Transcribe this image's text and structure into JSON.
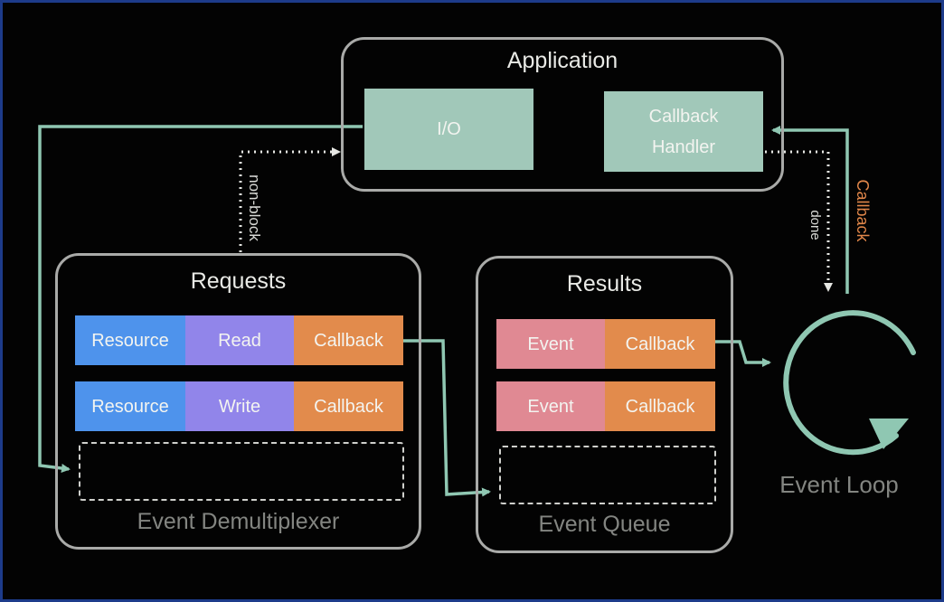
{
  "application": {
    "title": "Application",
    "io_label": "I/O",
    "callback_handler_label": "Callback Handler"
  },
  "requests": {
    "title": "Requests",
    "rows": [
      {
        "resource": "Resource",
        "op": "Read",
        "callback": "Callback"
      },
      {
        "resource": "Resource",
        "op": "Write",
        "callback": "Callback"
      }
    ],
    "caption": "Event Demultiplexer"
  },
  "results": {
    "title": "Results",
    "rows": [
      {
        "event": "Event",
        "callback": "Callback"
      },
      {
        "event": "Event",
        "callback": "Callback"
      }
    ],
    "caption": "Event Queue"
  },
  "event_loop": {
    "label": "Event Loop"
  },
  "arrows": {
    "non_block": "non-block",
    "done": "done",
    "callback": "Callback"
  },
  "colors": {
    "resource": "#4e93ec",
    "operation": "#9185ea",
    "callback": "#e28b4c",
    "event": "#e08993",
    "app_box": "#a1c8b9",
    "flow_line": "#8fc7b2",
    "callback_label": "#e2874a"
  }
}
